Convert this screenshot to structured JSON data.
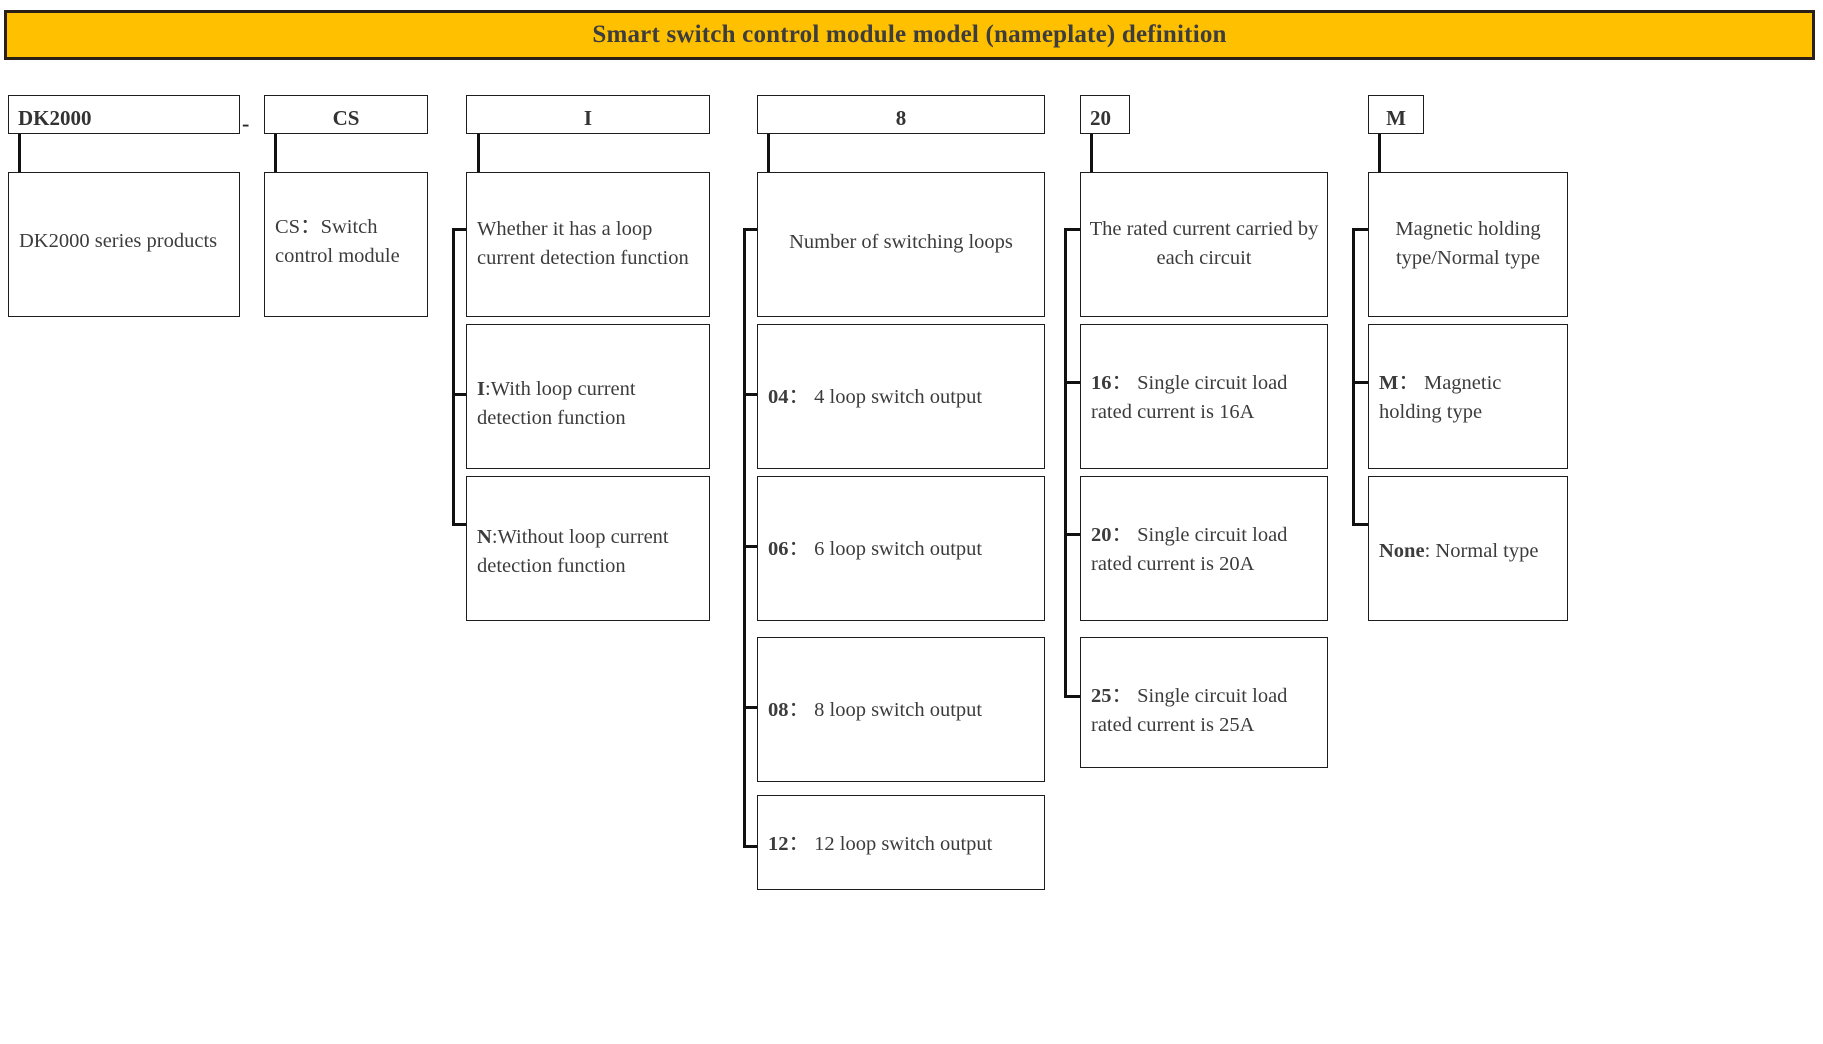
{
  "banner": {
    "title": "Smart switch control module model (nameplate) definition",
    "bg_color": "#FFC000",
    "border_color": "#2b2018"
  },
  "separator": {
    "dash": "-"
  },
  "columns": [
    {
      "id": "series",
      "code": "DK2000",
      "code_align": "left",
      "description": "DK2000 series products",
      "options": []
    },
    {
      "id": "module",
      "code": "CS",
      "code_align": "center",
      "description": "CS：Switch control module",
      "options": []
    },
    {
      "id": "loop-current-detection",
      "code": "I",
      "code_align": "center",
      "description": "Whether it has a loop current detection function",
      "options": [
        {
          "key": "I",
          "sep": ":",
          "text": "With loop current detection function"
        },
        {
          "key": "N",
          "sep": ":",
          "text": "Without loop current detection function"
        }
      ]
    },
    {
      "id": "switching-loops",
      "code": "8",
      "code_align": "center",
      "description": "Number of switching loops",
      "options": [
        {
          "key": "04",
          "sep": "：",
          "text": "4 loop switch output"
        },
        {
          "key": "06",
          "sep": "：",
          "text": "6 loop switch output"
        },
        {
          "key": "08",
          "sep": "：",
          "text": "8 loop switch output"
        },
        {
          "key": "12",
          "sep": "：",
          "text": "12 loop switch output"
        }
      ]
    },
    {
      "id": "rated-current",
      "code": "20",
      "code_align": "left",
      "description": "The rated current carried by each circuit",
      "options": [
        {
          "key": "16",
          "sep": "：",
          "text": "Single circuit load rated current is 16A"
        },
        {
          "key": "20",
          "sep": "：",
          "text": "Single circuit load rated current is 20A"
        },
        {
          "key": "25",
          "sep": "：",
          "text": "Single circuit load rated current is 25A"
        }
      ]
    },
    {
      "id": "holding-type",
      "code": "M",
      "code_align": "center",
      "description": "Magnetic holding type/Normal type",
      "options": [
        {
          "key": "M",
          "sep": "：",
          "text": "Magnetic holding type"
        },
        {
          "key": "None",
          "sep": ":",
          "text": "Normal type"
        }
      ]
    }
  ]
}
